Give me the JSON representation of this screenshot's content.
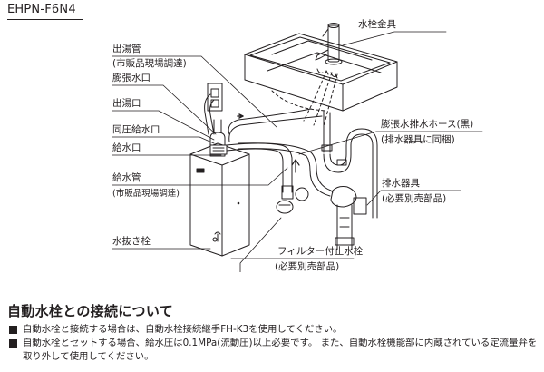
{
  "header": {
    "model": "EHPN-F6N4"
  },
  "diagram": {
    "labels": {
      "hot_water_pipe": "出湯管",
      "hot_water_pipe_note": "(市販品現場調達)",
      "expansion_port": "膨張水口",
      "hot_water_outlet": "出湯口",
      "equal_pressure_inlet": "同圧給水口",
      "water_inlet": "給水口",
      "water_supply_pipe": "給水管",
      "water_supply_pipe_note": "(市販品現場調達)",
      "drain_plug": "水抜き栓",
      "faucet": "水栓金具",
      "expansion_drain_hose": "膨張水排水ホース(黒)",
      "expansion_drain_hose_note": "(排水器具に同梱)",
      "drain_fitting": "排水器具",
      "drain_fitting_note": "(必要別売部品)",
      "filter_stop_valve": "フィルター付止水栓",
      "filter_stop_valve_note": "(必要別売部品)"
    }
  },
  "section": {
    "title": "自動水栓との接続について",
    "notes": [
      "自動水栓と接続する場合は、自動水栓接続継手FH-K3を使用してください。",
      "自動水栓とセットする場合、給水圧は0.1MPa(流動圧)以上必要です。 また、自動水栓機能部に内蔵されている定流量弁を取り外して使用してください。"
    ],
    "bullet_icon": "black-square"
  }
}
